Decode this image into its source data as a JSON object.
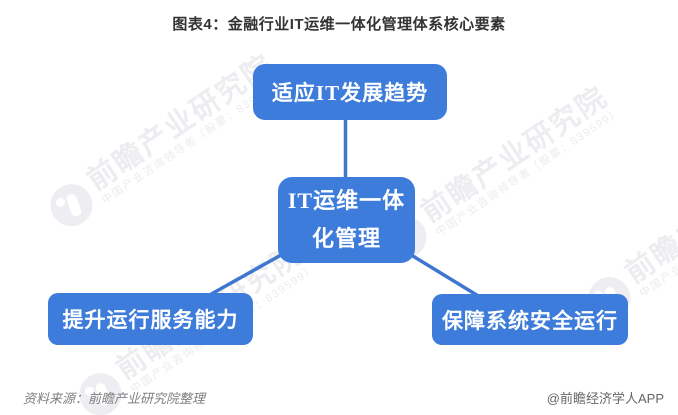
{
  "title": "图表4：金融行业IT运维一体化管理体系核心要素",
  "diagram": {
    "top_node": "适应IT发展趋势",
    "center_node_line1": "IT运维一体",
    "center_node_line2": "化管理",
    "bottom_left_node": "提升运行服务能力",
    "bottom_right_node": "保障系统安全运行"
  },
  "watermark": {
    "brand": "前瞻产业研究院",
    "tagline": "中国产业咨询领导者（股票：839599）"
  },
  "footer": {
    "source": "资料来源：前瞻产业研究院整理",
    "credit": "@前瞻经济学人APP"
  },
  "colors": {
    "node_blue": "#3D7CDA",
    "line_blue": "#3E76D0",
    "title_color": "#333333",
    "footer_gray": "#7F7F7F"
  }
}
